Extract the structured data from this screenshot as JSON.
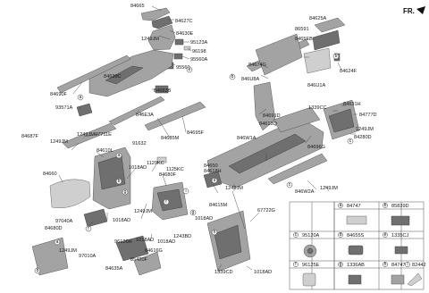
{
  "header": {
    "direction_label": "FR."
  },
  "callout_letters": [
    "a",
    "b",
    "c",
    "d",
    "e",
    "f",
    "g",
    "h",
    "i",
    "j",
    "k",
    "l"
  ],
  "labels": {
    "p84665": "84665",
    "p84627C": "84627C",
    "p84630E": "84630E",
    "p1249JM_1": "1249JM",
    "p95123A": "95123A",
    "p96198": "96198",
    "p95560A": "95560A",
    "p95560": "95560",
    "p84639C": "84639C",
    "p84690F": "84690F",
    "p84683B": "84683B",
    "p93571A": "93571A",
    "p846E3A": "846E3A",
    "p84685M": "84685M",
    "p84695F": "84695F",
    "p84687F": "84687F",
    "p1249JM_2": "1249JM",
    "p1249JM_3": "1249JM",
    "p97711E": "97711E",
    "p91632": "91632",
    "p84610L": "84610L",
    "p1129KC": "1129KC",
    "p1125KC": "1125KC",
    "p84660": "84660",
    "p1018AD_1": "1018AD",
    "p84680F": "84680F",
    "p1018AD_2": "1018AD",
    "p1249JM_4": "1249JM",
    "p1018AD_3": "1018AD",
    "p97040A": "97040A",
    "p84680D": "84680D",
    "p96126H": "96126H",
    "p1018AD_4": "1018AD",
    "p1243BD": "1243BD",
    "p1249JM_5": "1249JM",
    "p97010A": "97010A",
    "p84616G": "84616G",
    "p85420F": "85420F",
    "p84635A": "84635A",
    "p84625A": "84625A",
    "p86591": "86591",
    "p8465EB": "8465EB",
    "p84674G": "84674G",
    "p846U8A": "846U8A",
    "p846U1A": "846U1A",
    "p84624F": "84624F",
    "p84631H": "84631H",
    "p1339CC": "1339CC",
    "p84777D": "84777D",
    "p84691D": "84691D",
    "p84613Q": "84613Q",
    "p846W1A": "846W1A",
    "p1249JM_6": "1249JM",
    "p84280D": "84280D",
    "p84696G": "84696G",
    "p84650": "84650",
    "p84618H": "84618H",
    "p1249JM_7": "1249JM",
    "p84615M": "84615M",
    "p846W2A": "846W2A",
    "p1249JM_8": "1249JM",
    "p1018AD_5": "1018AD",
    "p67722G": "67722G",
    "p1339CD": "1339CD",
    "p1018AD_6": "1018AD"
  },
  "legend": {
    "cells": [
      {
        "letter": "a",
        "part": "84747"
      },
      {
        "letter": "b",
        "part": "85839D"
      },
      {
        "letter": "c",
        "part": "95120A"
      },
      {
        "letter": "d",
        "part": "84655S"
      },
      {
        "letter": "e",
        "part": "1335CJ"
      },
      {
        "letter": "f",
        "part": "96125E"
      },
      {
        "letter": "g",
        "part": "1336AB"
      },
      {
        "letter": "h",
        "part": "84747"
      },
      {
        "letter": "i",
        "part": "82442"
      }
    ]
  },
  "colors": {
    "part_fill": "#a3a3a3",
    "part_dark": "#6f6f6f",
    "part_light": "#cfcfcf",
    "line": "#444444"
  }
}
